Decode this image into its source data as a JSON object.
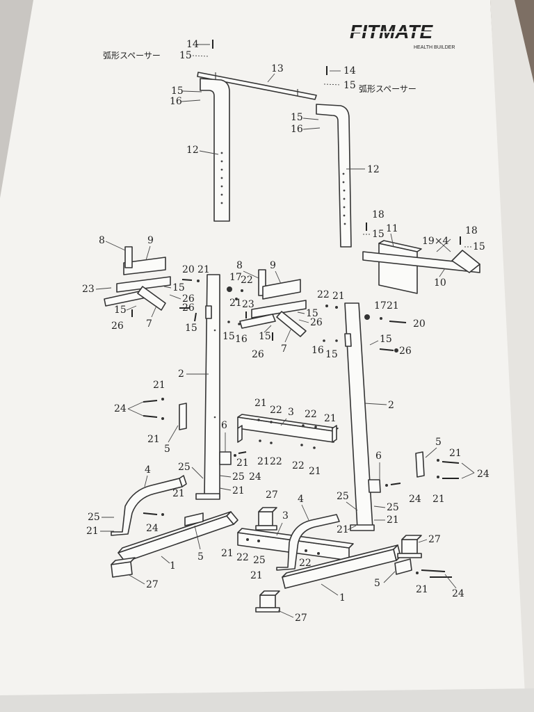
{
  "brand": {
    "name": "FITMATE",
    "tagline": "HEALTH BUILDER"
  },
  "spacer_left": {
    "bolt": "14",
    "spacer": "15",
    "text": "弧形スペーサー"
  },
  "spacer_right": {
    "bolt": "14",
    "spacer": "15",
    "text": "弧形スペーサー"
  },
  "callouts": {
    "p13": "13",
    "p15a": "15",
    "p16a": "16",
    "p12a": "12",
    "p15b": "15",
    "p16b": "16",
    "p12b": "12",
    "p18a": "18",
    "p15c": "15",
    "p11": "11",
    "p19x4": "19×4",
    "p18b": "18",
    "p15d": "15",
    "p10": "10",
    "p8a": "8",
    "p9a": "9",
    "p23a": "23",
    "p15e": "15",
    "p15f": "15",
    "p26a": "26",
    "p26b": "26",
    "p7a": "7",
    "p20a": "20",
    "p21a": "21",
    "p26c": "26",
    "p15g": "15",
    "p8b": "8",
    "p9b": "9",
    "p17a": "17",
    "p22a": "22",
    "p21b": "21",
    "p23b": "23",
    "p15h": "15",
    "p16c": "16",
    "p15i": "15",
    "p26d": "26",
    "p7b": "7",
    "p26e": "26",
    "p15j": "15",
    "p22b": "22",
    "p21c": "21",
    "p17b": "17",
    "p21d": "21",
    "p20b": "20",
    "p16d": "16",
    "p15k": "15",
    "p15l": "15",
    "p26f": "26",
    "p2a": "2",
    "p2b": "2",
    "p21e": "21",
    "p24a": "24",
    "p21f": "21",
    "p5a": "5",
    "p21g": "21",
    "p22c": "22",
    "p3a": "3",
    "p22d": "22",
    "p21h": "21",
    "p21i": "21",
    "p22e": "22",
    "p22f": "22",
    "p21j": "21",
    "p6a": "6",
    "p21k": "21",
    "p25a": "25",
    "p24b": "24",
    "p21l": "21",
    "p5b": "5",
    "p21m": "21",
    "p24c": "24",
    "p21n": "21",
    "p6b": "6",
    "p24d": "24",
    "p25b": "25",
    "p25c": "25",
    "p21o": "21",
    "p4a": "4",
    "p25d": "25",
    "p21p": "21",
    "p21q": "21",
    "p24e": "24",
    "p27a": "27",
    "p3b": "3",
    "p4b": "4",
    "p21r": "21",
    "p1a": "1",
    "p5c": "5",
    "p27b": "27",
    "p21s": "21",
    "p22g": "22",
    "p25e": "25",
    "p22h": "22",
    "p21t": "21",
    "p27c": "27",
    "p5d": "5",
    "p21u": "21",
    "p24f": "24",
    "p1b": "1",
    "p27d": "27"
  }
}
